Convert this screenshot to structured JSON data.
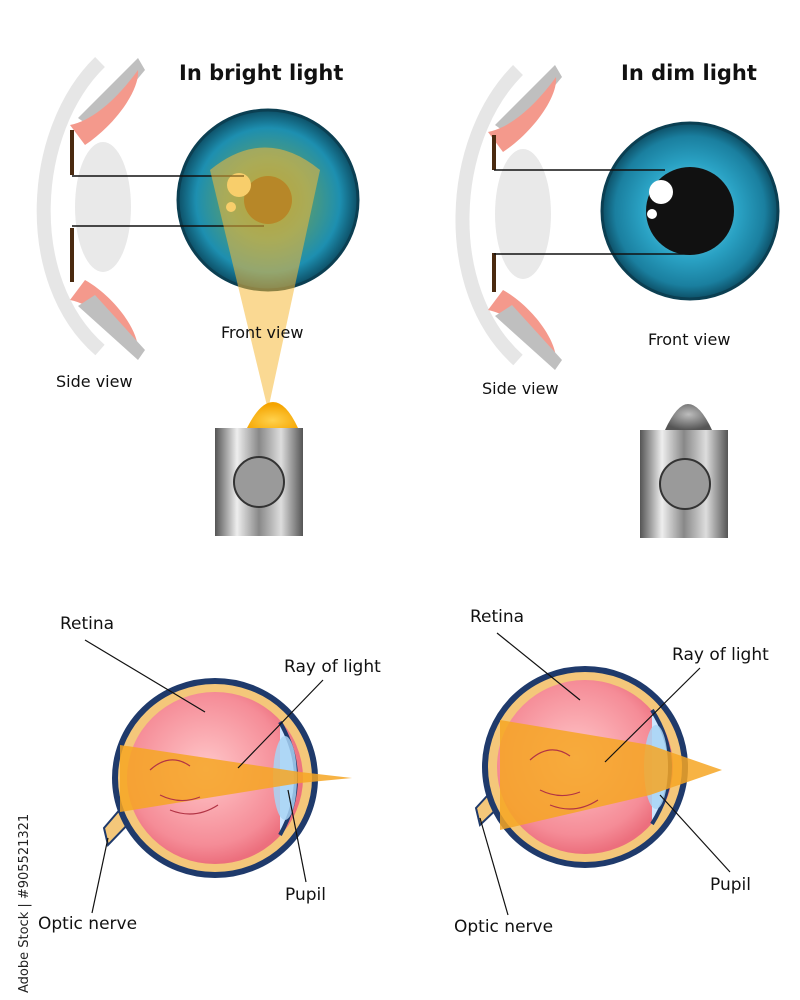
{
  "panels": {
    "bright": {
      "title": "In bright light",
      "side_view": "Side view",
      "front_view": "Front view",
      "retina": "Retina",
      "ray_of_light": "Ray of light",
      "pupil": "Pupil",
      "optic_nerve": "Optic nerve"
    },
    "dim": {
      "title": "In dim light",
      "side_view": "Side view",
      "front_view": "Front view",
      "retina": "Retina",
      "ray_of_light": "Ray of light",
      "pupil": "Pupil",
      "optic_nerve": "Optic nerve"
    }
  },
  "credit": "Adobe Stock | #905521321",
  "colors": {
    "iris": "#1d8fb0",
    "iris_dark": "#0d4f66",
    "light_beam": "#f6b93b",
    "lamp_bulb": "#f5a400",
    "retina": "#f28f9a",
    "sclera_outline": "#1f3a6b"
  }
}
